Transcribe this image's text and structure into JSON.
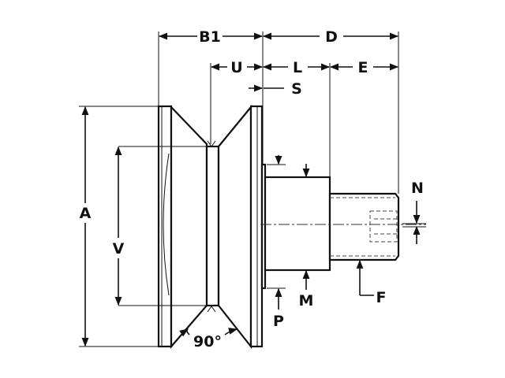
{
  "diagram": {
    "title": "V-groove guide wheel (cam follower) dimension drawing",
    "labels": {
      "B1": "B1",
      "D": "D",
      "U": "U",
      "L": "L",
      "E": "E",
      "S": "S",
      "A": "A",
      "V": "V",
      "N": "N",
      "M": "M",
      "P": "P",
      "F": "F",
      "angle": "90°"
    },
    "colors": {
      "line": "#111111",
      "background": "#ffffff"
    }
  }
}
